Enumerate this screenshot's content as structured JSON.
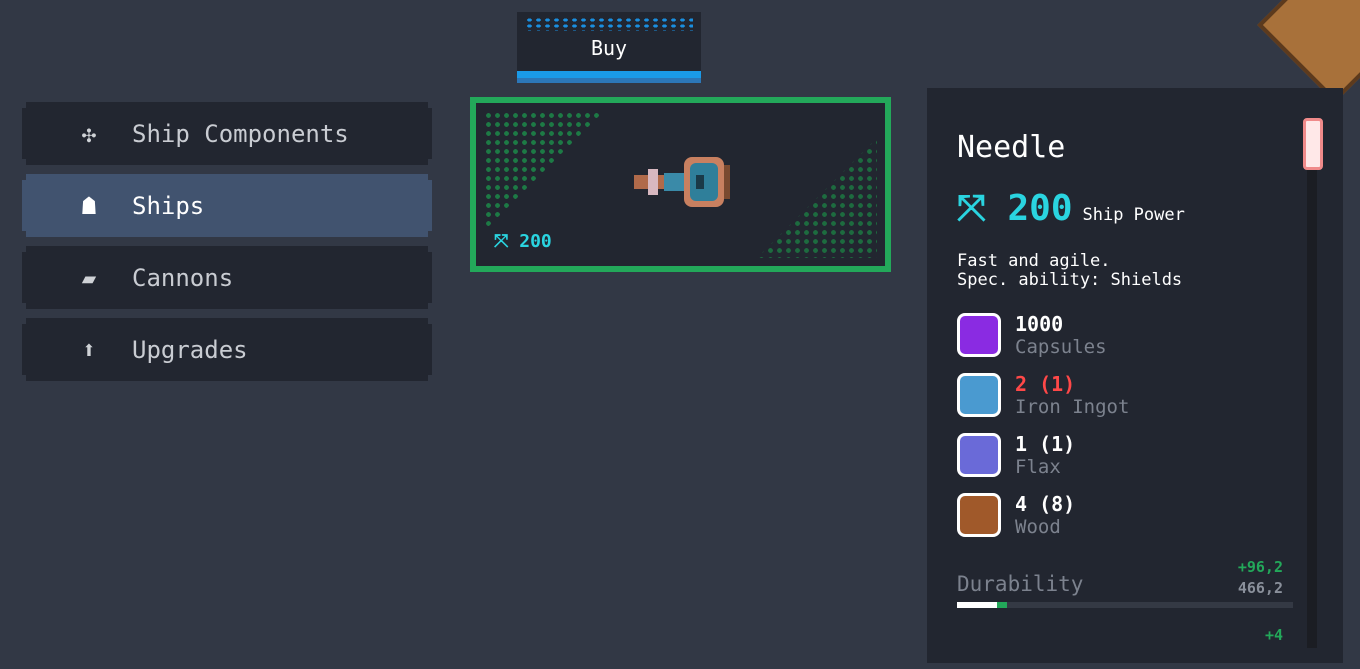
{
  "tab": {
    "label": "Buy"
  },
  "menu": [
    {
      "label": "Ship Components",
      "icon": "fan-icon",
      "glyph": "✣"
    },
    {
      "label": "Ships",
      "icon": "ship-icon",
      "glyph": "☗"
    },
    {
      "label": "Cannons",
      "icon": "cannon-icon",
      "glyph": "▰"
    },
    {
      "label": "Upgrades",
      "icon": "upgrade-arrow-icon",
      "glyph": "⬆"
    }
  ],
  "card": {
    "power": "⤧ 200"
  },
  "detail": {
    "name": "Needle",
    "power": "⤧ 200",
    "power_label": "Ship Power",
    "desc1": "Fast and agile.",
    "desc2": "Spec. ability: Shields",
    "resources": [
      {
        "qty": "1000",
        "name": "Capsules",
        "color": "#8a2be2",
        "short": false
      },
      {
        "qty": "2 (1)",
        "name": "Iron Ingot",
        "color": "#4a9ad0",
        "short": true
      },
      {
        "qty": "1 (1)",
        "name": "Flax",
        "color": "#6a6ad8",
        "short": false
      },
      {
        "qty": "4 (8)",
        "name": "Wood",
        "color": "#a0592a",
        "short": false
      }
    ],
    "durability_label": "Durability",
    "durability_bonus": "+96,2",
    "durability_value": "466,2",
    "durability_base_fraction": 0.12,
    "durability_bonus_fraction": 0.03,
    "next_bonus": "+4"
  },
  "colors": {
    "accent": "#23a85a",
    "power": "#2ad4e0",
    "selected": "#41536f"
  }
}
